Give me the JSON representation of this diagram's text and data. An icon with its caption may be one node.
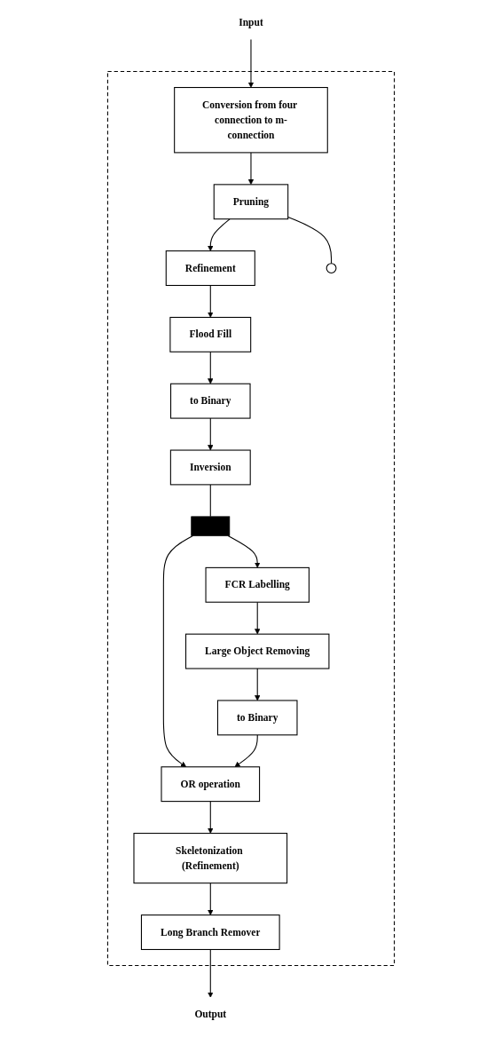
{
  "diagram": {
    "nodes": [
      {
        "text": [
          "Input"
        ]
      },
      {
        "text": [],
        "shape": "box"
      },
      {
        "text": [
          "Conversion from four connection to m-connection"
        ],
        "in": 1
      },
      {
        "text": [
          "Refinement"
        ],
        "in": 1
      },
      {
        "text": [
          "Pruning"
        ],
        "in": 1
      },
      {
        "text": [],
        "shape": "circle",
        "in": 1
      },
      {
        "text": [
          "Flood Fill"
        ],
        "in": 1
      },
      {
        "text": [
          "Large Object Removing"
        ],
        "in": 1
      },
      {
        "text": [
          "to Binary"
        ],
        "in": 1
      },
      {
        "text": [
          "to Binary"
        ],
        "in": 1
      },
      {
        "text": [
          "Inversion"
        ],
        "in": 1
      },
      {
        "text": [],
        "shape": "box",
        "in": 1
      },
      {
        "text": [
          "FCR Labelling"
        ],
        "in": 1
      },
      {
        "text": [
          "OR operation"
        ],
        "in": 1
      },
      {
        "text": [
          "Skeletonization (Refinement)"
        ],
        "in": 1
      },
      {
        "text": [
          "Long Branch Remover"
        ],
        "in": 1
      },
      {
        "text": [
          "Output"
        ]
      }
    ],
    "edges": [
      {
        "from": 0,
        "to": 2,
        "arrow": "to"
      },
      {
        "from": 2,
        "to": 4,
        "arrow": "to"
      },
      {
        "from": 4,
        "to": 3,
        "arrow": "to"
      },
      {
        "from": 4,
        "to": 5,
        "arrow": "none"
      },
      {
        "from": 3,
        "to": 6,
        "arrow": "to"
      },
      {
        "from": 6,
        "to": 8,
        "arrow": "to"
      },
      {
        "from": 8,
        "to": 10,
        "arrow": "to"
      },
      {
        "from": 10,
        "to": 11,
        "arrow": "none"
      },
      {
        "from": 11,
        "to": 12,
        "arrow": "to"
      },
      {
        "from": 11,
        "to": 13,
        "arrow": "to"
      },
      {
        "from": 12,
        "to": 7,
        "arrow": "to"
      },
      {
        "from": 7,
        "to": 9,
        "arrow": "to"
      },
      {
        "from": 9,
        "to": 13,
        "arrow": "to"
      },
      {
        "from": 13,
        "to": 14,
        "arrow": "to"
      },
      {
        "from": 14,
        "to": 15,
        "arrow": "to"
      },
      {
        "from": 15,
        "to": 16,
        "arrow": "to"
      }
    ]
  }
}
